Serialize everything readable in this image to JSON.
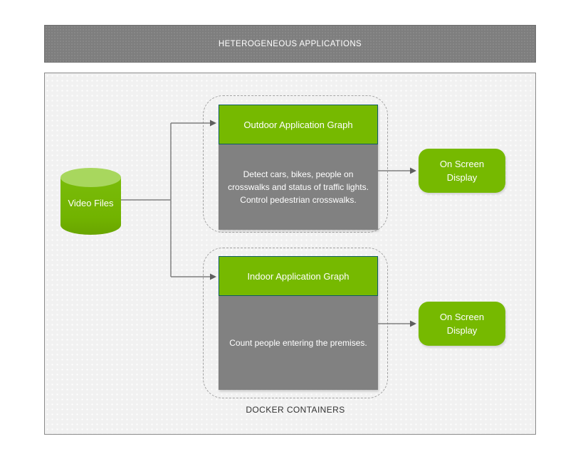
{
  "banner": {
    "title": "HETEROGENEOUS APPLICATIONS"
  },
  "diagram": {
    "video_files": {
      "label": "Video Files"
    },
    "outdoor": {
      "title": "Outdoor Application Graph",
      "description": "Detect cars, bikes, people on crosswalks and status of traffic lights. Control pedestrian crosswalks."
    },
    "indoor": {
      "title": "Indoor Application Graph",
      "description": "Count people entering the premises."
    },
    "osd1": {
      "label": "On Screen Display"
    },
    "osd2": {
      "label": "On Screen Display"
    },
    "docker_label": "DOCKER CONTAINERS"
  },
  "colors": {
    "accent_green": "#76b900",
    "cylinder_top_green": "#a8d75e",
    "header_border_teal": "#0d5c63",
    "node_gray": "#818181",
    "banner_gray": "#7e7e7e",
    "connector_gray": "#7f7f7f",
    "canvas_background": "#f1f1f1"
  }
}
